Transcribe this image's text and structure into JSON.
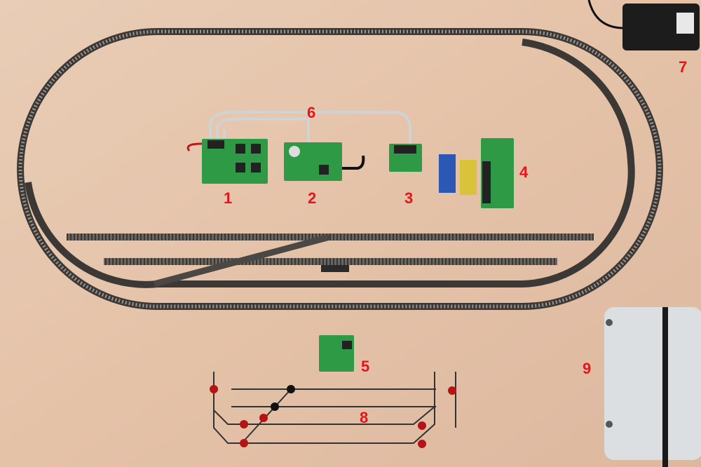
{
  "labels": {
    "board_1": "1",
    "board_2": "2",
    "board_3": "3",
    "board_4": "4",
    "board_5": "5",
    "wiring_6": "6",
    "power_supply_7": "7",
    "signal_diagram_8": "8",
    "command_station_9": "9"
  },
  "colors": {
    "wood": "#e6c6ad",
    "track": "#4a4744",
    "pcb": "#2f9a45",
    "label": "#e8141a",
    "cable": "#cfd3d4"
  }
}
